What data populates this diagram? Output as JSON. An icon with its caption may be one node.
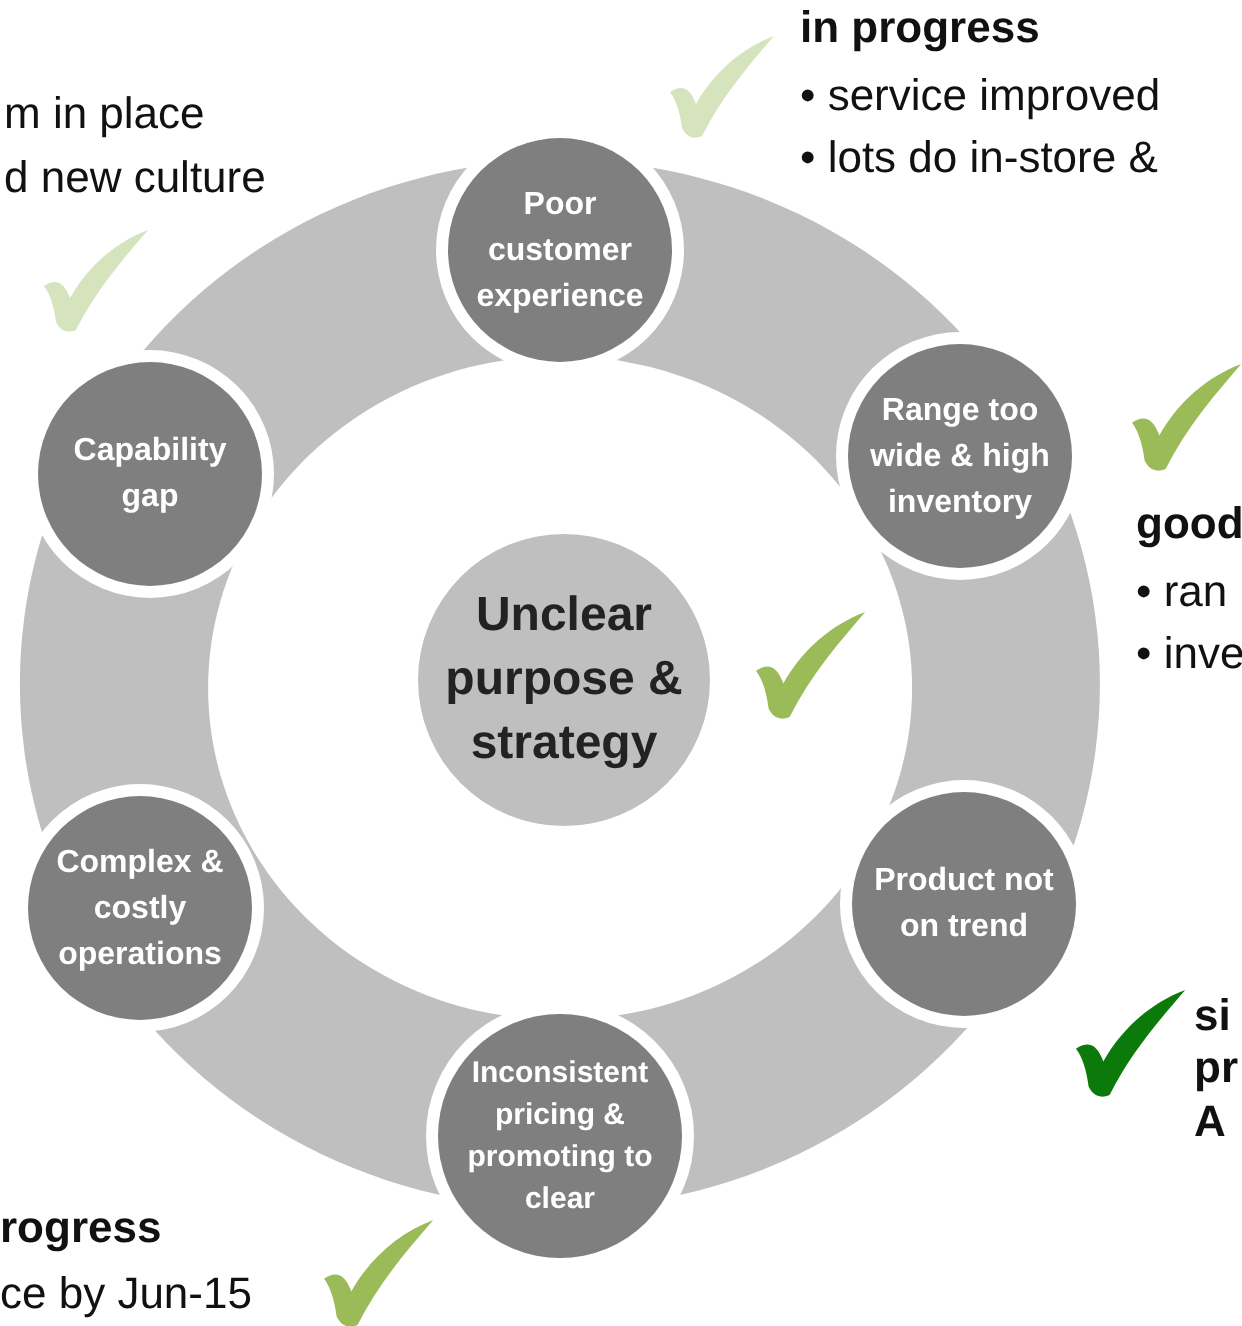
{
  "diagram": {
    "nodes": [
      {
        "text": [
          "Unclear purpose & strategy"
        ]
      },
      {
        "text": [
          "Poor customer experience"
        ]
      },
      {
        "text": [
          "Range too wide & high inventory"
        ]
      },
      {
        "text": [
          "Product not on trend"
        ]
      },
      {
        "text": [
          "Inconsistent pricing & promoting to clear"
        ]
      },
      {
        "text": [
          "Complex & costly operations"
        ]
      },
      {
        "text": [
          "Capability gap"
        ]
      }
    ],
    "labels": [
      "in progress",
      "• service improved",
      "• lots do in-store &",
      "m in place",
      "d new culture",
      "good",
      "• ran",
      "• inve",
      "si",
      "pr",
      "A",
      "rogress",
      "ce by Jun-15"
    ]
  }
}
